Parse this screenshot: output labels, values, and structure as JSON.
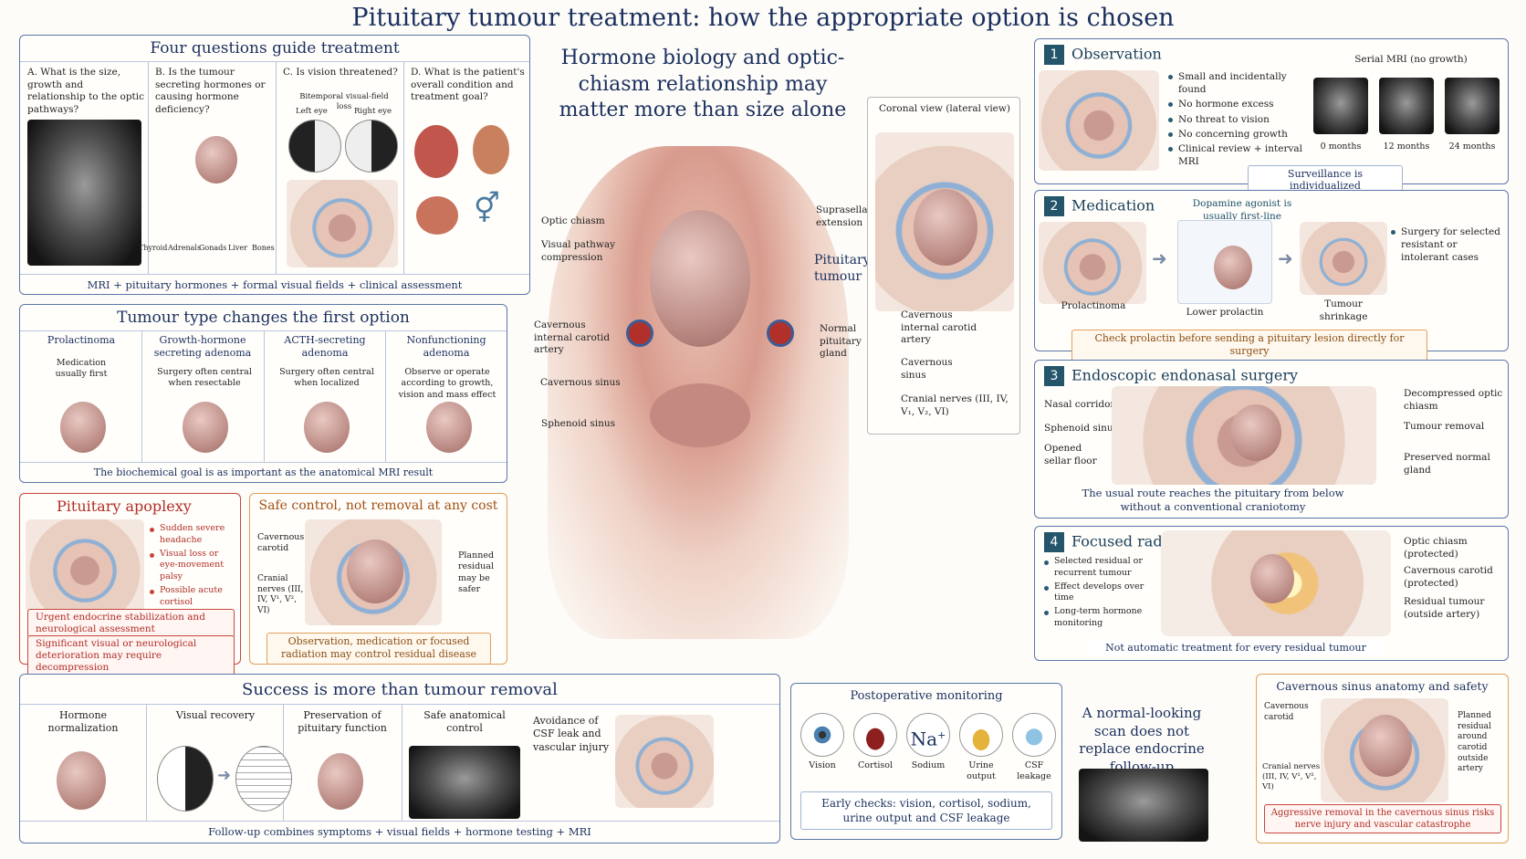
{
  "title": "Pituitary tumour treatment: how the appropriate option is chosen",
  "questions": {
    "title": "Four questions guide treatment",
    "a": "A.  What is the size, growth and relationship to the optic pathways?",
    "b": "B.  Is the tumour secreting hormones or causing hormone deficiency?",
    "c": "C.  Is vision threatened?",
    "c_sub": "Bitemporal visual-field loss",
    "left_eye": "Left eye",
    "right_eye": "Right eye",
    "d": "D.  What is the patient's overall condition and treatment goal?",
    "organs": [
      "Thyroid",
      "Adrenals",
      "Gonads",
      "Liver",
      "Bones"
    ],
    "footer": "MRI + pituitary hormones + formal visual fields + clinical assessment"
  },
  "types": {
    "title": "Tumour type changes the first option",
    "cols": [
      {
        "name": "Prolactinoma",
        "desc": "Medication usually first"
      },
      {
        "name": "Growth-hormone secreting adenoma",
        "desc": "Surgery often central when resectable"
      },
      {
        "name": "ACTH-secreting adenoma",
        "desc": "Surgery often central when localized"
      },
      {
        "name": "Nonfunctioning adenoma",
        "desc": "Observe or operate according to growth, vision and mass effect"
      }
    ],
    "footer": "The biochemical goal is as important as the anatomical MRI result"
  },
  "apoplexy": {
    "title": "Pituitary apoplexy",
    "bullets": [
      "Sudden severe headache",
      "Visual loss or eye-movement palsy",
      "Possible acute cortisol deficiency"
    ],
    "box1": "Urgent endocrine stabilization and neurological assessment",
    "box2": "Significant visual or neurological deterioration may require decompression"
  },
  "safe": {
    "title": "Safe control, not removal at any cost",
    "lbl_carotid": "Cavernous carotid",
    "lbl_nerves": "Cranial nerves (III, IV, V¹, V², VI)",
    "lbl_residual": "Planned residual may be safer",
    "box": "Observation, medication or focused radiation may control residual disease"
  },
  "center": {
    "heading": "Hormone biology and optic-chiasm relationship may matter more than size alone",
    "labels": {
      "optic_chiasm": "Optic chiasm",
      "visual_pathway": "Visual pathway compression",
      "suprasellar": "Suprasellar extension",
      "pituitary_tumour": "Pituitary tumour",
      "normal_gland": "Normal pituitary gland",
      "cav_carotid": "Cavernous internal carotid artery",
      "cav_sinus": "Cavernous sinus",
      "sphenoid": "Sphenoid sinus"
    },
    "coronal": {
      "title": "Coronal view (lateral view)",
      "carotid": "Cavernous internal carotid artery",
      "sinus": "Cavernous sinus",
      "nerves": "Cranial nerves (III, IV, V₁, V₂, VI)"
    }
  },
  "observation": {
    "num": "1",
    "title": "Observation",
    "bullets": [
      "Small and incidentally found",
      "No hormone excess",
      "No threat to vision",
      "No concerning growth",
      "Clinical review + interval MRI"
    ],
    "serial_title": "Serial MRI (no growth)",
    "times": [
      "0 months",
      "12 months",
      "24 months"
    ],
    "footer": "Surveillance is individualized"
  },
  "medication": {
    "num": "2",
    "title": "Medication",
    "dopamine": "Dopamine agonist is usually first-line",
    "labels": [
      "Prolactinoma",
      "Lower prolactin",
      "Tumour shrinkage"
    ],
    "bullet": "Surgery for selected resistant or intolerant cases",
    "footer": "Check prolactin before sending a pituitary lesion directly for surgery"
  },
  "surgery": {
    "num": "3",
    "title": "Endoscopic endonasal surgery",
    "left": [
      "Nasal corridor",
      "Sphenoid sinus",
      "Opened sellar floor"
    ],
    "right": [
      "Decompressed optic chiasm",
      "Tumour removal",
      "Preserved normal gland"
    ],
    "footer": "The usual route reaches the pituitary from below without a conventional craniotomy"
  },
  "radiation": {
    "num": "4",
    "title": "Focused radiation",
    "bullets": [
      "Selected residual or recurrent tumour",
      "Effect develops over time",
      "Long-term hormone monitoring"
    ],
    "right": [
      "Optic chiasm (protected)",
      "Cavernous carotid (protected)",
      "Residual tumour (outside artery)"
    ],
    "footer": "Not automatic treatment for every residual tumour"
  },
  "success": {
    "title": "Success is more than tumour removal",
    "cols": [
      "Hormone normalization",
      "Visual recovery",
      "Preservation of pituitary function",
      "Safe anatomical control",
      "Avoidance of CSF leak and vascular injury"
    ],
    "footer": "Follow-up combines symptoms + visual fields + hormone testing + MRI"
  },
  "postop": {
    "title": "Postoperative monitoring",
    "items": [
      "Vision",
      "Cortisol",
      "Sodium",
      "Urine output",
      "CSF leakage"
    ],
    "na_symbol": "Na",
    "na_sup": "+",
    "box": "Early checks: vision, cortisol, sodium, urine output and CSF leakage"
  },
  "normal_scan": "A normal-looking scan does not replace endocrine follow-up",
  "cavsafety": {
    "title": "Cavernous sinus anatomy and safety",
    "carotid": "Cavernous carotid",
    "nerves": "Cranial nerves (III, IV, V¹, V², VI)",
    "residual": "Planned residual around carotid outside artery",
    "box": "Aggressive removal in the cavernous sinus risks nerve injury and vascular catastrophe"
  }
}
